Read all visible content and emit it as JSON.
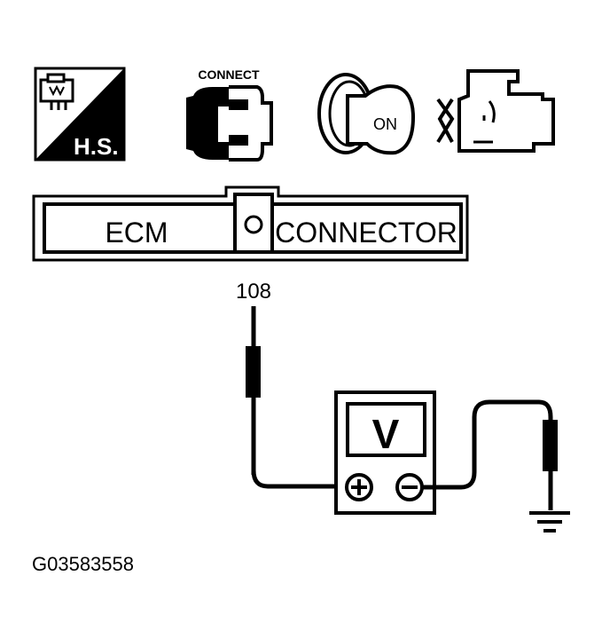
{
  "icons": [
    {
      "name": "hs-icon",
      "label": "H.S."
    },
    {
      "name": "connect-icon",
      "label": "CONNECT"
    },
    {
      "name": "ignition-key-icon",
      "label": "ON"
    },
    {
      "name": "engine-off-icon",
      "label": ""
    }
  ],
  "connector": {
    "left_label": "ECM",
    "right_label": "CONNECTOR",
    "terminal": "108"
  },
  "meter": {
    "display": "V",
    "plus": "+",
    "minus": "−"
  },
  "figure_id": "G03583558",
  "colors": {
    "ink": "#000000",
    "paper": "#ffffff"
  }
}
